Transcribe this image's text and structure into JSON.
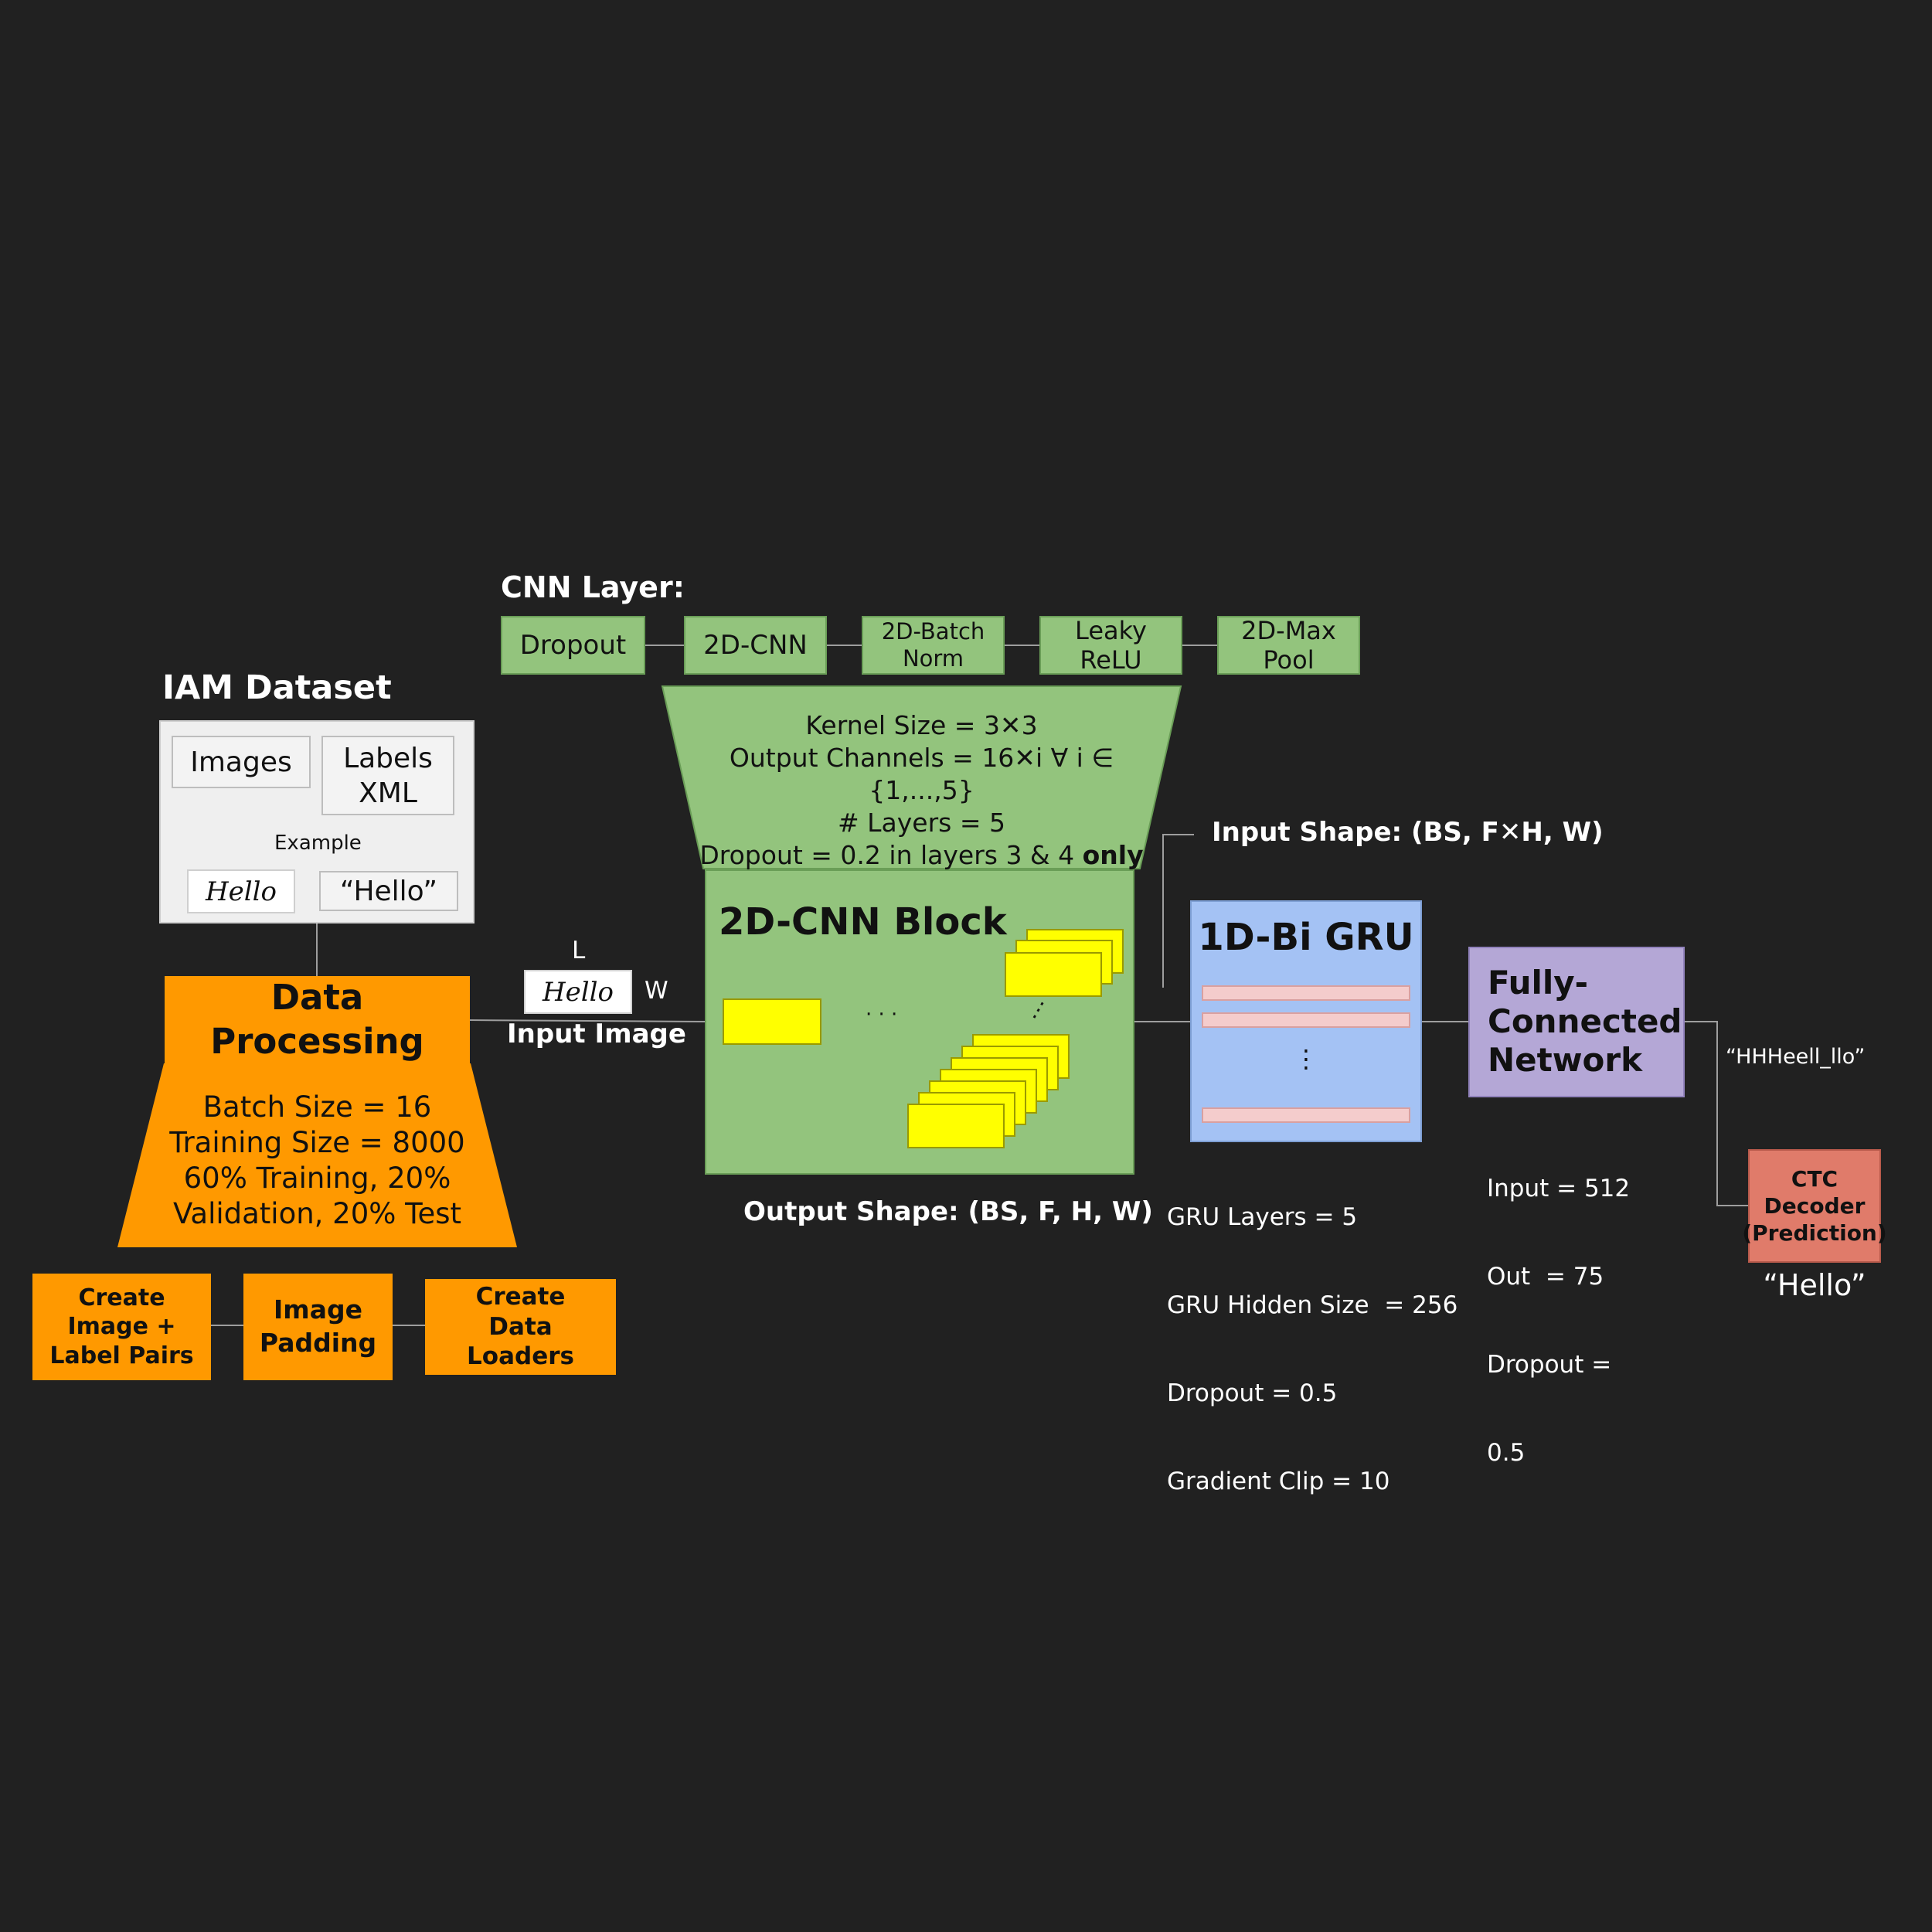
{
  "cnn_layer": {
    "title": "CNN Layer:",
    "steps": [
      "Dropout",
      "2D-CNN",
      "2D-Batch Norm",
      "Leaky ReLU",
      "2D-Max Pool"
    ]
  },
  "cnn_params": {
    "kernel": "Kernel Size = 3✕3",
    "channels": "Output Channels = 16✕i  ∀  i ∈",
    "channels_set": "{1,...,5}",
    "layers": "# Layers = 5",
    "dropout_prefix": "Dropout = 0.2 in layers 3 & 4 ",
    "dropout_only": "only"
  },
  "cnn_block": {
    "title": "2D-CNN Block",
    "dots": "· · ·",
    "output_shape": "Output Shape: (BS, F, H, W)"
  },
  "iam": {
    "title": "IAM Dataset",
    "images_label": "Images",
    "labels_xml": "Labels XML",
    "example_label": "Example",
    "handwriting": "Hello",
    "label_text": "“Hello”"
  },
  "data_processing": {
    "title": "Data Processing",
    "params": [
      "Batch Size = 16",
      "Training Size = 8000",
      "60% Training, 20%",
      "Validation, 20% Test"
    ],
    "steps": [
      "Create Image + Label Pairs",
      "Image Padding",
      "Create Data Loaders"
    ]
  },
  "input_image": {
    "l_label": "L",
    "w_label": "W",
    "handwriting": "Hello",
    "caption": "Input Image"
  },
  "gru": {
    "input_shape": "Input Shape: (BS, F✕H, W)",
    "title": "1D-Bi GRU",
    "dots": "⋮",
    "params": [
      "GRU Layers = 5",
      "GRU Hidden Size  = 256",
      "Dropout = 0.5",
      "Gradient Clip = 10"
    ]
  },
  "fc": {
    "title": "Fully-Connected Network",
    "params": [
      "Input = 512",
      "Out  = 75",
      "Dropout =",
      "0.5"
    ],
    "raw_output": "“HHHeell_llo”"
  },
  "ctc": {
    "title": "CTC Decoder (Prediction)",
    "prediction": "“Hello”"
  },
  "colors": {
    "background": "#212121",
    "green": "#93c47d",
    "orange": "#ff9900",
    "blue": "#a4c2f4",
    "purple": "#b4a7d6",
    "red": "#e06666",
    "yellow": "#ffff00",
    "pink": "#f4cccc"
  }
}
